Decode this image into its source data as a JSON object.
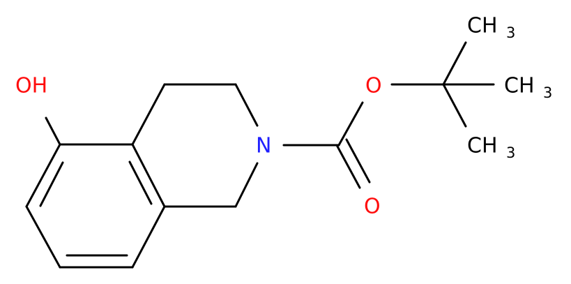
{
  "molecule": {
    "atoms": {
      "hydroxyl": "OH",
      "nitrogen": "N",
      "ester_oxygen": "O",
      "carbonyl_oxygen": "O",
      "methyl_group": "CH",
      "methyl_subscript": "3"
    },
    "colors": {
      "bond": "#000000",
      "oxygen": "#ff0d0d",
      "nitrogen": "#2020ff",
      "carbon": "#000000"
    }
  }
}
